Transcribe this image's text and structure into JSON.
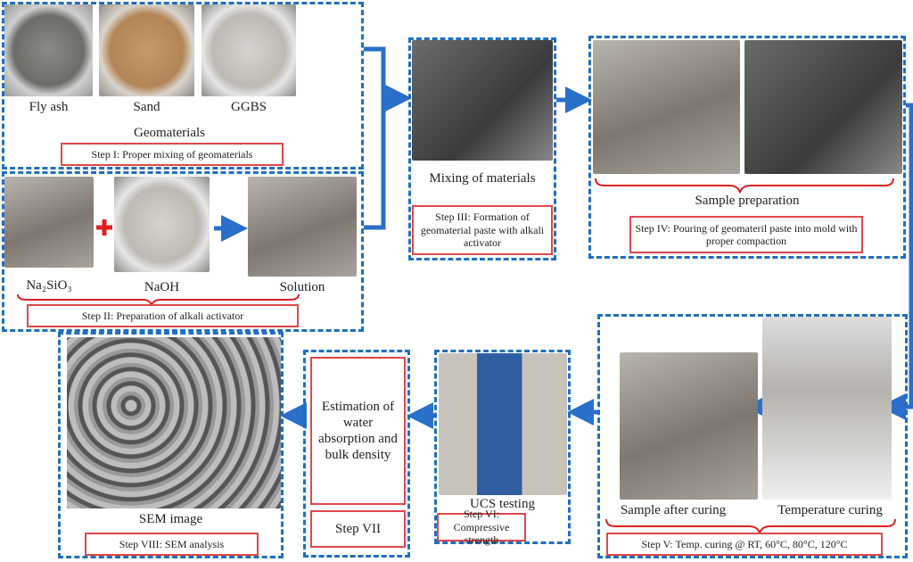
{
  "step1": {
    "materials": [
      "Fly ash",
      "Sand",
      "GGBS"
    ],
    "group_label": "Geomaterials",
    "step": "Step I: Proper mixing of geomaterials"
  },
  "step2": {
    "chemicals": [
      "Na₂SiO₃",
      "NaOH",
      "Solution"
    ],
    "step": "Step II: Preparation of alkali activator"
  },
  "step3": {
    "label": "Mixing of materials",
    "step": "Step III: Formation of geomaterial paste with alkali activator"
  },
  "step4": {
    "label": "Sample preparation",
    "step": "Step IV: Pouring of geomateril paste into mold with proper compaction"
  },
  "step5": {
    "labels": [
      "Sample after curing",
      "Temperature curing"
    ],
    "step": "Step V: Temp. curing @ RT, 60°C, 80°C, 120°C"
  },
  "step6": {
    "label": "UCS testing",
    "step": "Step VI: Compressive strength"
  },
  "step7": {
    "text": "Estimation of water absorption and bulk density",
    "step": "Step VII"
  },
  "step8": {
    "label": "SEM image",
    "step": "Step VIII: SEM analysis"
  },
  "colors": {
    "box_border": "#1f6fc0",
    "step_border": "#e0474c",
    "arrow": "#2a6fc9",
    "plus": "#e02020"
  }
}
